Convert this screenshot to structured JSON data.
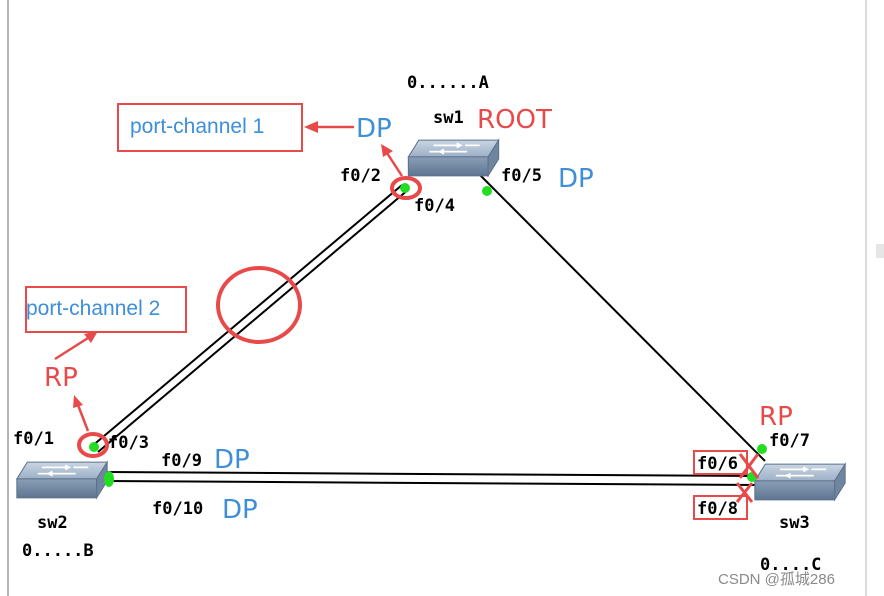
{
  "switches": {
    "sw1": {
      "name": "sw1",
      "role": "ROOT",
      "bridge_id": "0......A"
    },
    "sw2": {
      "name": "sw2",
      "bridge_id": "0.....B"
    },
    "sw3": {
      "name": "sw3",
      "bridge_id": "0....C"
    }
  },
  "ports": {
    "sw1_f0_2": "f0/2",
    "sw1_f0_4": "f0/4",
    "sw1_f0_5": "f0/5",
    "sw2_f0_1": "f0/1",
    "sw2_f0_3": "f0/3",
    "sw2_f0_9": "f0/9",
    "sw2_f0_10": "f0/10",
    "sw3_f0_6": "f0/6",
    "sw3_f0_7": "f0/7",
    "sw3_f0_8": "f0/8"
  },
  "port_roles": {
    "sw1_pc1": "DP",
    "sw1_f0_5": "DP",
    "sw2_pc2": "RP",
    "sw2_f0_9": "DP",
    "sw2_f0_10": "DP",
    "sw3_f0_7": "RP"
  },
  "channels": {
    "pc1": "port-channel 1",
    "pc2": "port-channel 2"
  },
  "watermark": "CSDN @孤城286",
  "colors": {
    "link": "#000000",
    "port_up": "#22dd22",
    "annotation_red": "#e84a4a",
    "role_blue": "#3e8ed8",
    "switch_body": "#8fa4bd"
  },
  "icons": {
    "switch": "layer2-switch-icon",
    "blocked": "x-cross-icon",
    "arrow": "arrow-icon"
  }
}
